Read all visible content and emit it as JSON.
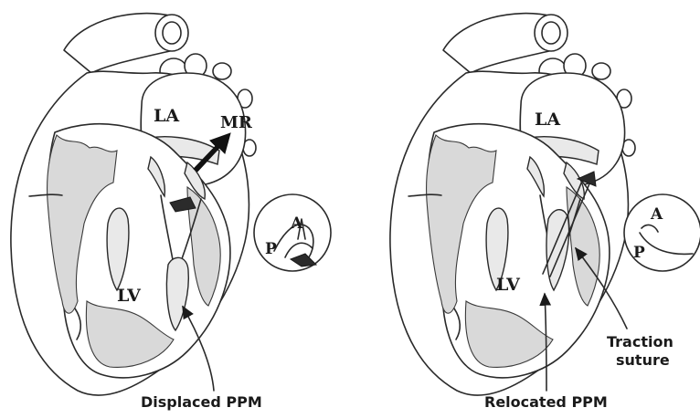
{
  "panels": [
    {
      "chamber_top": "LA",
      "chamber_bottom": "LV",
      "regurgitation": "MR",
      "leaflet_anterior": "A",
      "leaflet_posterior": "P",
      "caption": "Displaced PPM"
    },
    {
      "chamber_top": "LA",
      "chamber_bottom": "LV",
      "leaflet_anterior": "A",
      "leaflet_posterior": "P",
      "suture_line1": "Traction",
      "suture_line2": "suture",
      "caption": "Relocated PPM"
    }
  ]
}
